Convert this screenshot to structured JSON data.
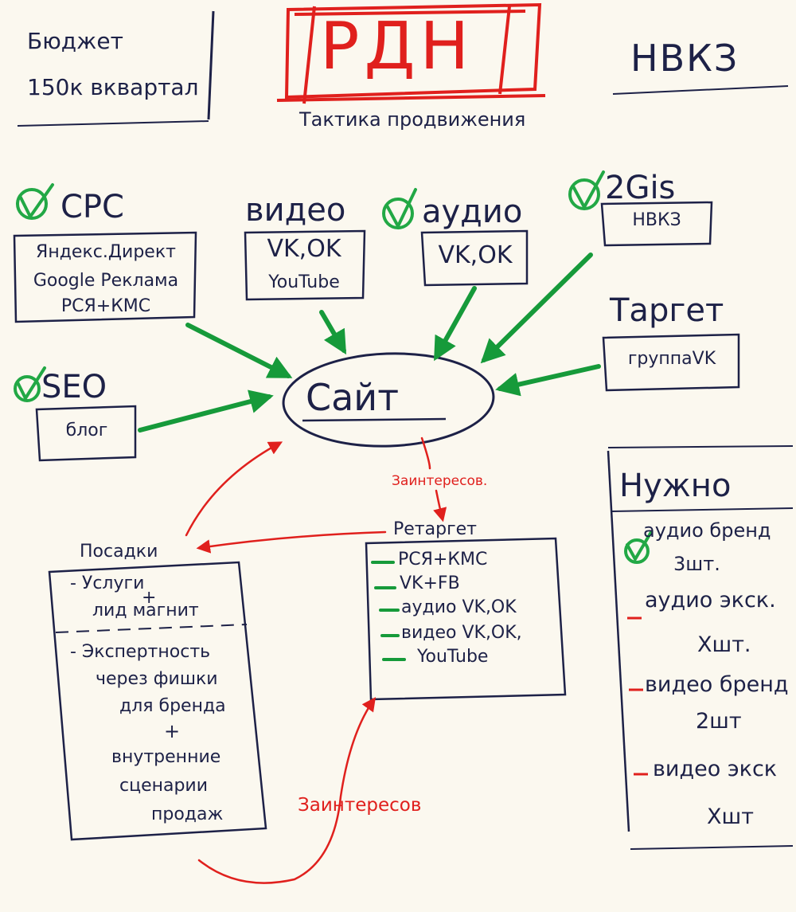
{
  "budget": {
    "line1": "Бюджет",
    "line2": "150к вквартал"
  },
  "title": "РДН",
  "subtitle": "Тактика продвижения",
  "brand": "НВКЗ",
  "channels": {
    "cpc": {
      "label": "CPC",
      "items": [
        "Яндекс.Директ",
        "Google Реклама",
        "РСЯ+КМС"
      ]
    },
    "video": {
      "label": "видео",
      "items": [
        "VK,OK",
        "YouTube"
      ]
    },
    "audio": {
      "label": "аудио",
      "items": [
        "VK,OK"
      ]
    },
    "gis": {
      "label": "2Gis",
      "items": [
        "НВКЗ"
      ]
    },
    "target": {
      "label": "Таргет",
      "items": [
        "группаVK"
      ]
    },
    "seo": {
      "label": "SEO",
      "items": [
        "блог"
      ]
    }
  },
  "site": "Сайт",
  "interested_short": "Заинтересов.",
  "interested": "Заинтересов",
  "retarget": {
    "label": "Ретаргет",
    "items": [
      "РСЯ+КМС",
      "VK+FB",
      "аудио VK,OK",
      "видео VK,OK,",
      "YouTube"
    ]
  },
  "landings": {
    "label": "Посадки",
    "items": [
      "- Услуги",
      "+",
      "лид магнит",
      "- Экспертность",
      "через фишки",
      "для бренда",
      "+",
      "внутренние",
      "сценарии",
      "продаж"
    ]
  },
  "need": {
    "label": "Нужно",
    "items": [
      "аудио бренд",
      "3шт.",
      "аудио экск.",
      "Хшт.",
      "видео бренд",
      "2шт",
      "видео экск",
      "Хшт"
    ]
  },
  "colors": {
    "ink": "#1d2147",
    "red": "#e0201d",
    "green": "#169a3a",
    "check": "#22a845",
    "board": "#fbf8ef"
  }
}
